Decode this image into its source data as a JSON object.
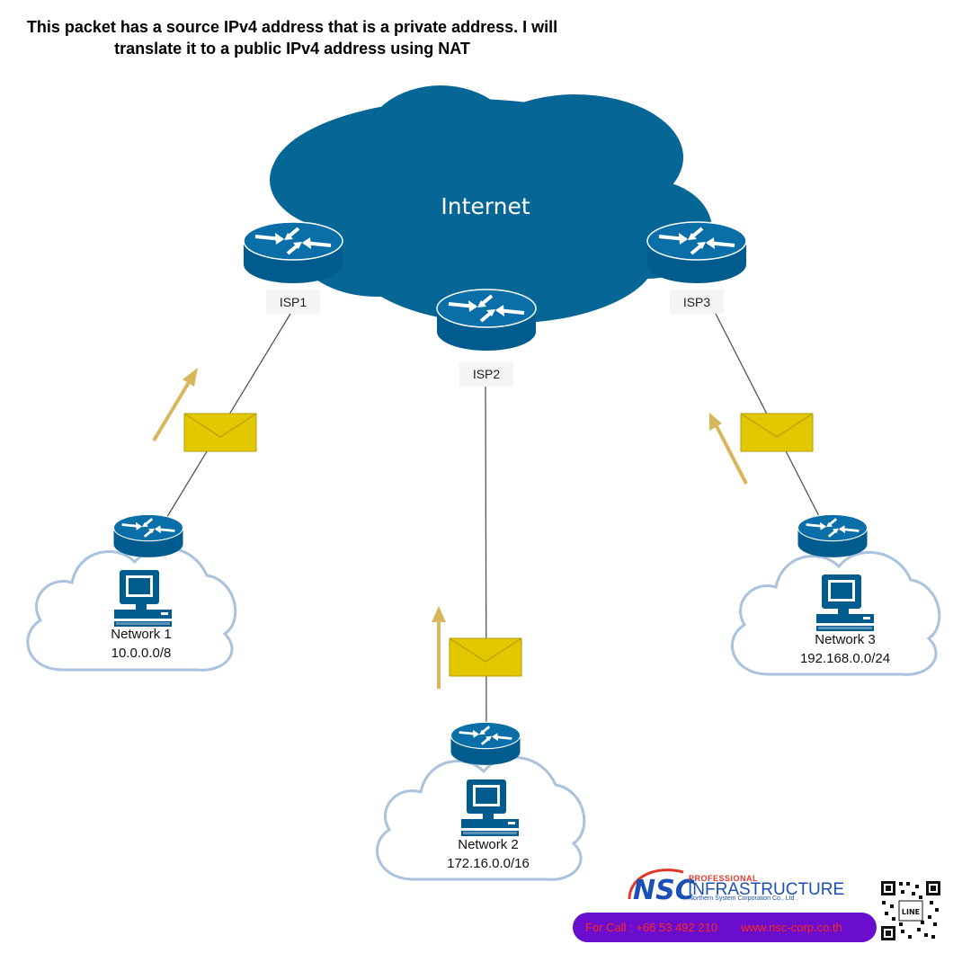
{
  "title": "This packet has a source IPv4 address that is a private address. I will translate it to a public IPv4 address using NAT",
  "internet_label": "Internet",
  "isps": [
    "ISP1",
    "ISP2",
    "ISP3"
  ],
  "networks": [
    {
      "name": "Network 1",
      "subnet": "10.0.0.0/8"
    },
    {
      "name": "Network 2",
      "subnet": "172.16.0.0/16"
    },
    {
      "name": "Network 3",
      "subnet": "192.168.0.0/24"
    }
  ],
  "footer": {
    "logo_mark": "NSC",
    "logo_top": "PROFESSIONAL",
    "logo_main": "INFRASTRUCTURE",
    "logo_sub": "Northern System Corporation Co., Ltd .",
    "call": "For Call : +66 53 492 210",
    "web": "www.nsc-corp.co.th",
    "qr_label": "LINE"
  },
  "colors": {
    "cloud": "#066695",
    "router": "#005b8f",
    "envelope": "#e2c800",
    "arrow": "#d8b65a",
    "link": "#555555",
    "footer_bg": "#6a0dcf",
    "footer_text": "#ff2a1a"
  }
}
